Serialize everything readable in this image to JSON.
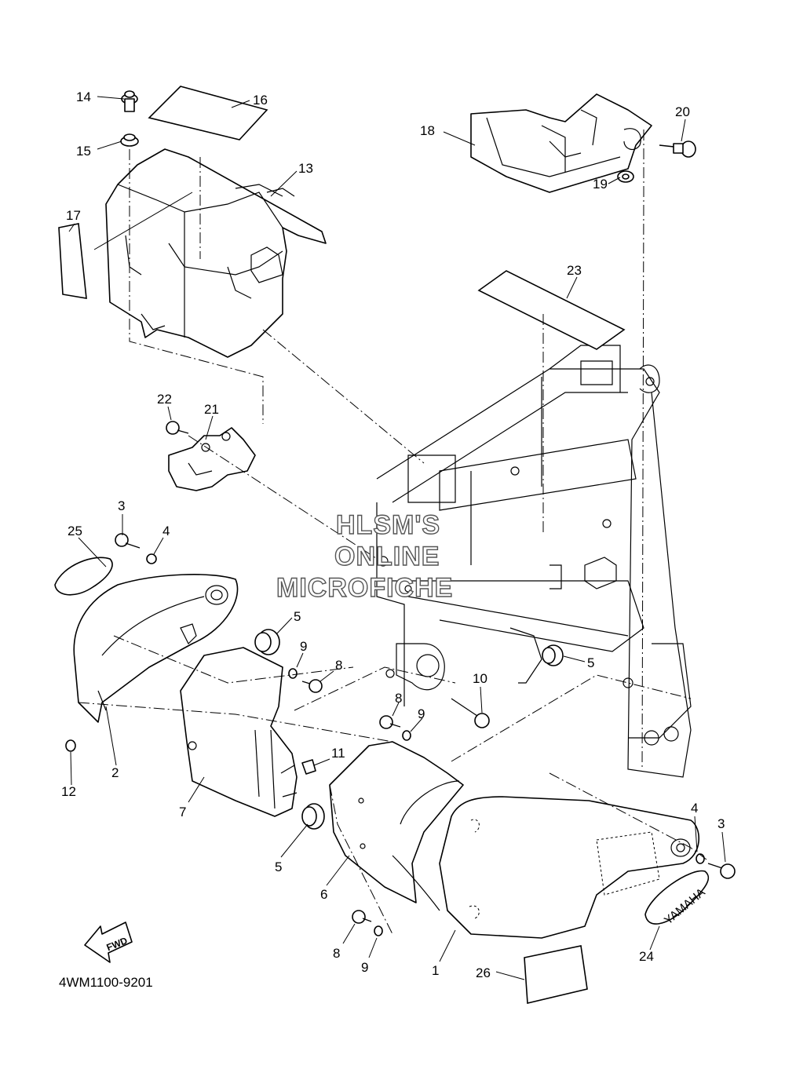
{
  "diagram": {
    "code": "4WM1100-9201",
    "fwd_label": "FWD",
    "emblem_text": "YAMAHA",
    "watermark": [
      "HLSM'S",
      "ONLINE",
      "MICROFICHE"
    ],
    "callouts": {
      "p1": "1",
      "p2": "2",
      "p3a": "3",
      "p3b": "3",
      "p4a": "4",
      "p4b": "4",
      "p5a": "5",
      "p5b": "5",
      "p5c": "5",
      "p6": "6",
      "p7": "7",
      "p8a": "8",
      "p8b": "8",
      "p8c": "8",
      "p9a": "9",
      "p9b": "9",
      "p9c": "9",
      "p10": "10",
      "p11": "11",
      "p12": "12",
      "p13": "13",
      "p14": "14",
      "p15": "15",
      "p16": "16",
      "p17": "17",
      "p18": "18",
      "p19": "19",
      "p20": "20",
      "p21": "21",
      "p22": "22",
      "p23": "23",
      "p24": "24",
      "p25": "25",
      "p26": "26"
    }
  }
}
